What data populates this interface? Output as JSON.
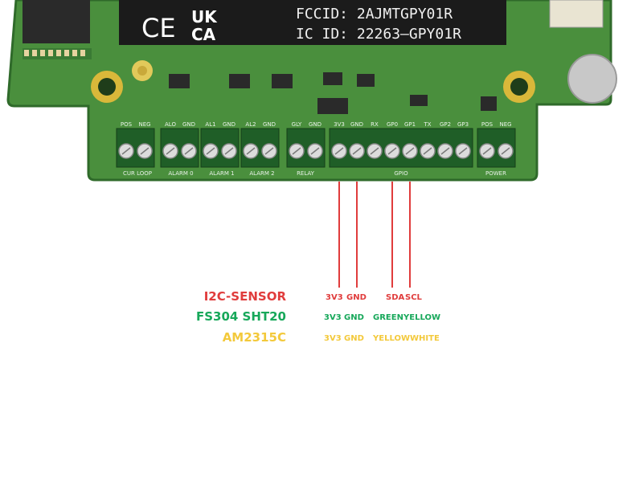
{
  "board": {
    "fccid_text": "FCCID: 2AJMTGPY01R",
    "icid_text": "IC ID: 22263–GPY01R",
    "ce_mark": "CE",
    "ukca_top": "UK",
    "ukca_bottom": "CA",
    "colors": {
      "pcb": "#4a8f3d",
      "pcb_dark": "#2f6a2a",
      "terminal": "#1f5e27",
      "label_plate": "#1b1b1b",
      "mount_ring": "#d9b83a"
    },
    "header_labels": [
      "POS",
      "NEG",
      "ALO",
      "GND",
      "AL1",
      "GND",
      "AL2",
      "GND",
      "GLY",
      "GND",
      "3V3",
      "GND",
      "RX",
      "GP0",
      "GP1",
      "TX",
      "GP2",
      "GP3",
      "POS",
      "NEG"
    ],
    "footer_labels": [
      "CUR LOOP",
      "ALARM 0",
      "ALARM 1",
      "ALARM 2",
      "RELAY",
      "GPIO",
      "POWER"
    ]
  },
  "wires": {
    "color": "#e03c3c",
    "pins": [
      "3V3",
      "GND",
      "GP0",
      "GP1"
    ]
  },
  "sensors": [
    {
      "name": "I2C-SENSOR",
      "color": "#e03c3c",
      "pins": [
        "3V3",
        "GND",
        "SDA",
        "SCL"
      ]
    },
    {
      "name": "FS304 SHT20",
      "color": "#17a85a",
      "pins": [
        "3V3",
        "GND",
        "GREEN",
        "YELLOW"
      ]
    },
    {
      "name": "AM2315C",
      "color": "#f3c93b",
      "pins": [
        "3V3",
        "GND",
        "YELLOW",
        "WHITE"
      ]
    }
  ]
}
